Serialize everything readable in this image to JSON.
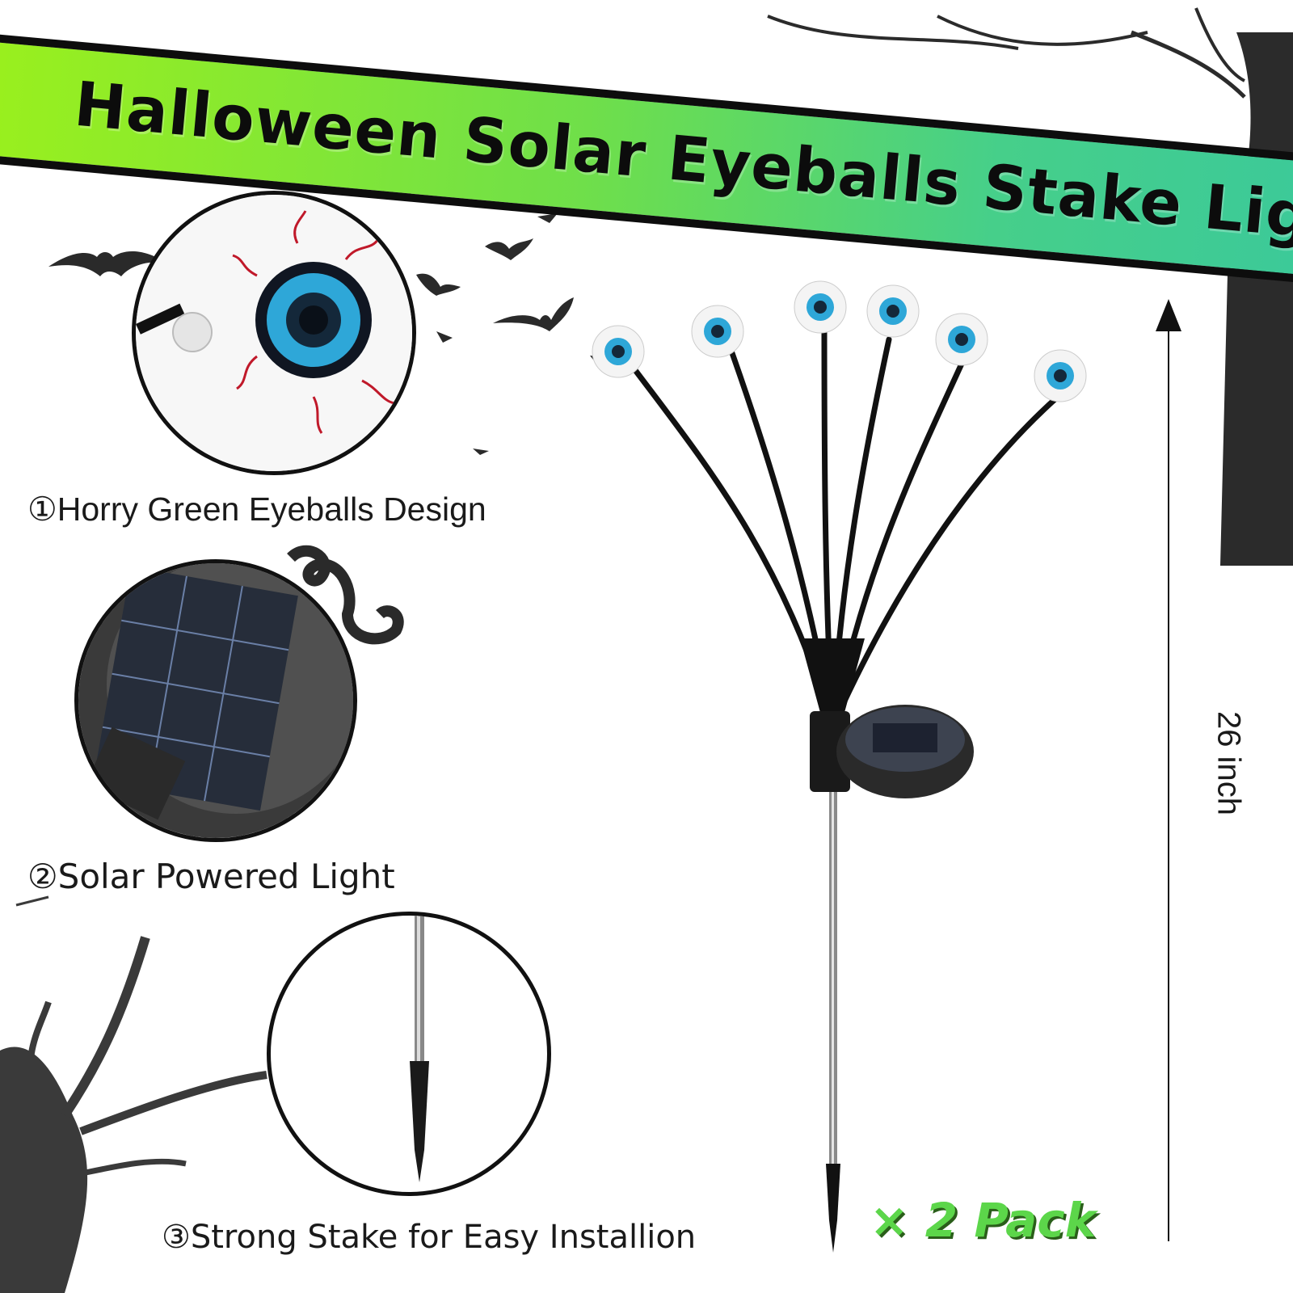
{
  "banner": {
    "title": "Halloween Solar Eyeballs Stake Light"
  },
  "features": [
    {
      "label": "①Horry Green Eyeballs Design"
    },
    {
      "label": "②Solar Powered Light"
    },
    {
      "label": "③Strong Stake for Easy Installion"
    }
  ],
  "dimension": {
    "label": "26 inch"
  },
  "pack": {
    "label": "× 2 Pack"
  },
  "colors": {
    "banner_green": "#9bf01c",
    "banner_teal": "#3bc99a",
    "iris_blue": "#2ea7d8",
    "vein_red": "#c0192a",
    "pack_green": "#5cd64a"
  }
}
